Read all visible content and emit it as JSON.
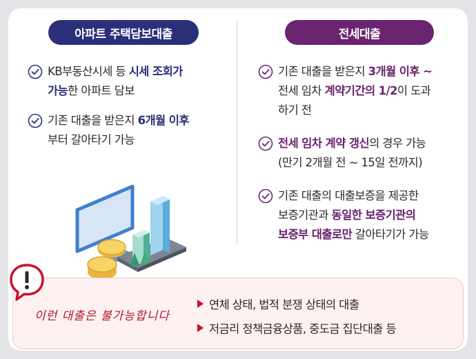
{
  "left": {
    "header": "아파트 주택담보대출",
    "items": [
      {
        "line1_pre": "KB부동산시세 등 ",
        "line1_em": "시세 조회가",
        "line2_em": "가능",
        "line2_post": "한 아파트 담보"
      },
      {
        "line1_pre": "기존 대출을 받은지 ",
        "line1_em": "6개월 이후",
        "line2_post": "부터 갈아타기 가능"
      }
    ]
  },
  "right": {
    "header": "전세대출",
    "items": [
      {
        "line1_pre": "기존 대출을 받은지 ",
        "line1_em": "3개월 이후 ~",
        "line2_pre": "전세 임차 ",
        "line2_em": "계약기간의 1/2",
        "line2_post": "이 도과",
        "line3": "하기 전"
      },
      {
        "line1_em": "전세 임차 계약 갱신",
        "line1_post": "의 경우 가능",
        "line2": "(만기 2개월 전 ~ 15일 전까지)"
      },
      {
        "line1": "기존 대출의 대출보증을 제공한",
        "line2_pre": "보증기관과 ",
        "line2_em": "동일한 보증기관의",
        "line3_em": "보증부 대출로만",
        "line3_post": " 갈아타기가 가능"
      }
    ]
  },
  "warning": {
    "title": "이런 대출은 불가능합니다",
    "items": [
      "연체 상태, 법적 분쟁 상태의 대출",
      "저금리 정책금융상품, 중도금 집단대출 등"
    ]
  },
  "colors": {
    "navy": "#2b2f7a",
    "plum": "#6a2470",
    "red": "#c8122d"
  },
  "icons": {
    "check": "check-circle-icon",
    "alert": "exclamation-bubble-icon",
    "illustration": "monitor-buildings-coins-illustration"
  }
}
